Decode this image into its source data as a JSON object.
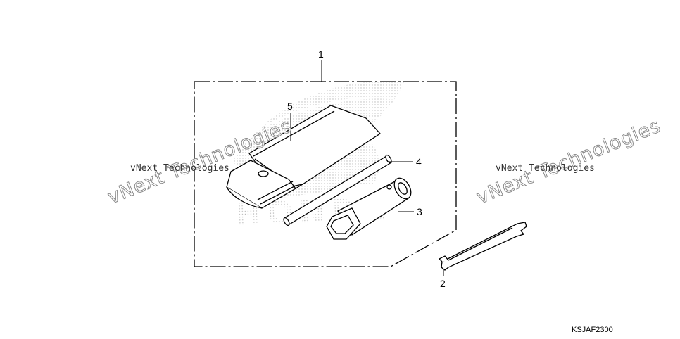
{
  "diagram": {
    "callouts": {
      "c1": "1",
      "c2": "2",
      "c3": "3",
      "c4": "4",
      "c5": "5"
    },
    "watermark_small": "vNext Technologies",
    "watermark_big": "vNext Technologies",
    "background_logo_text": "HONDA",
    "part_code": "KSJAF2300"
  },
  "colors": {
    "line": "#000000",
    "watermark": "#8a8a8a",
    "logo_dots": "#bdbdbd"
  }
}
